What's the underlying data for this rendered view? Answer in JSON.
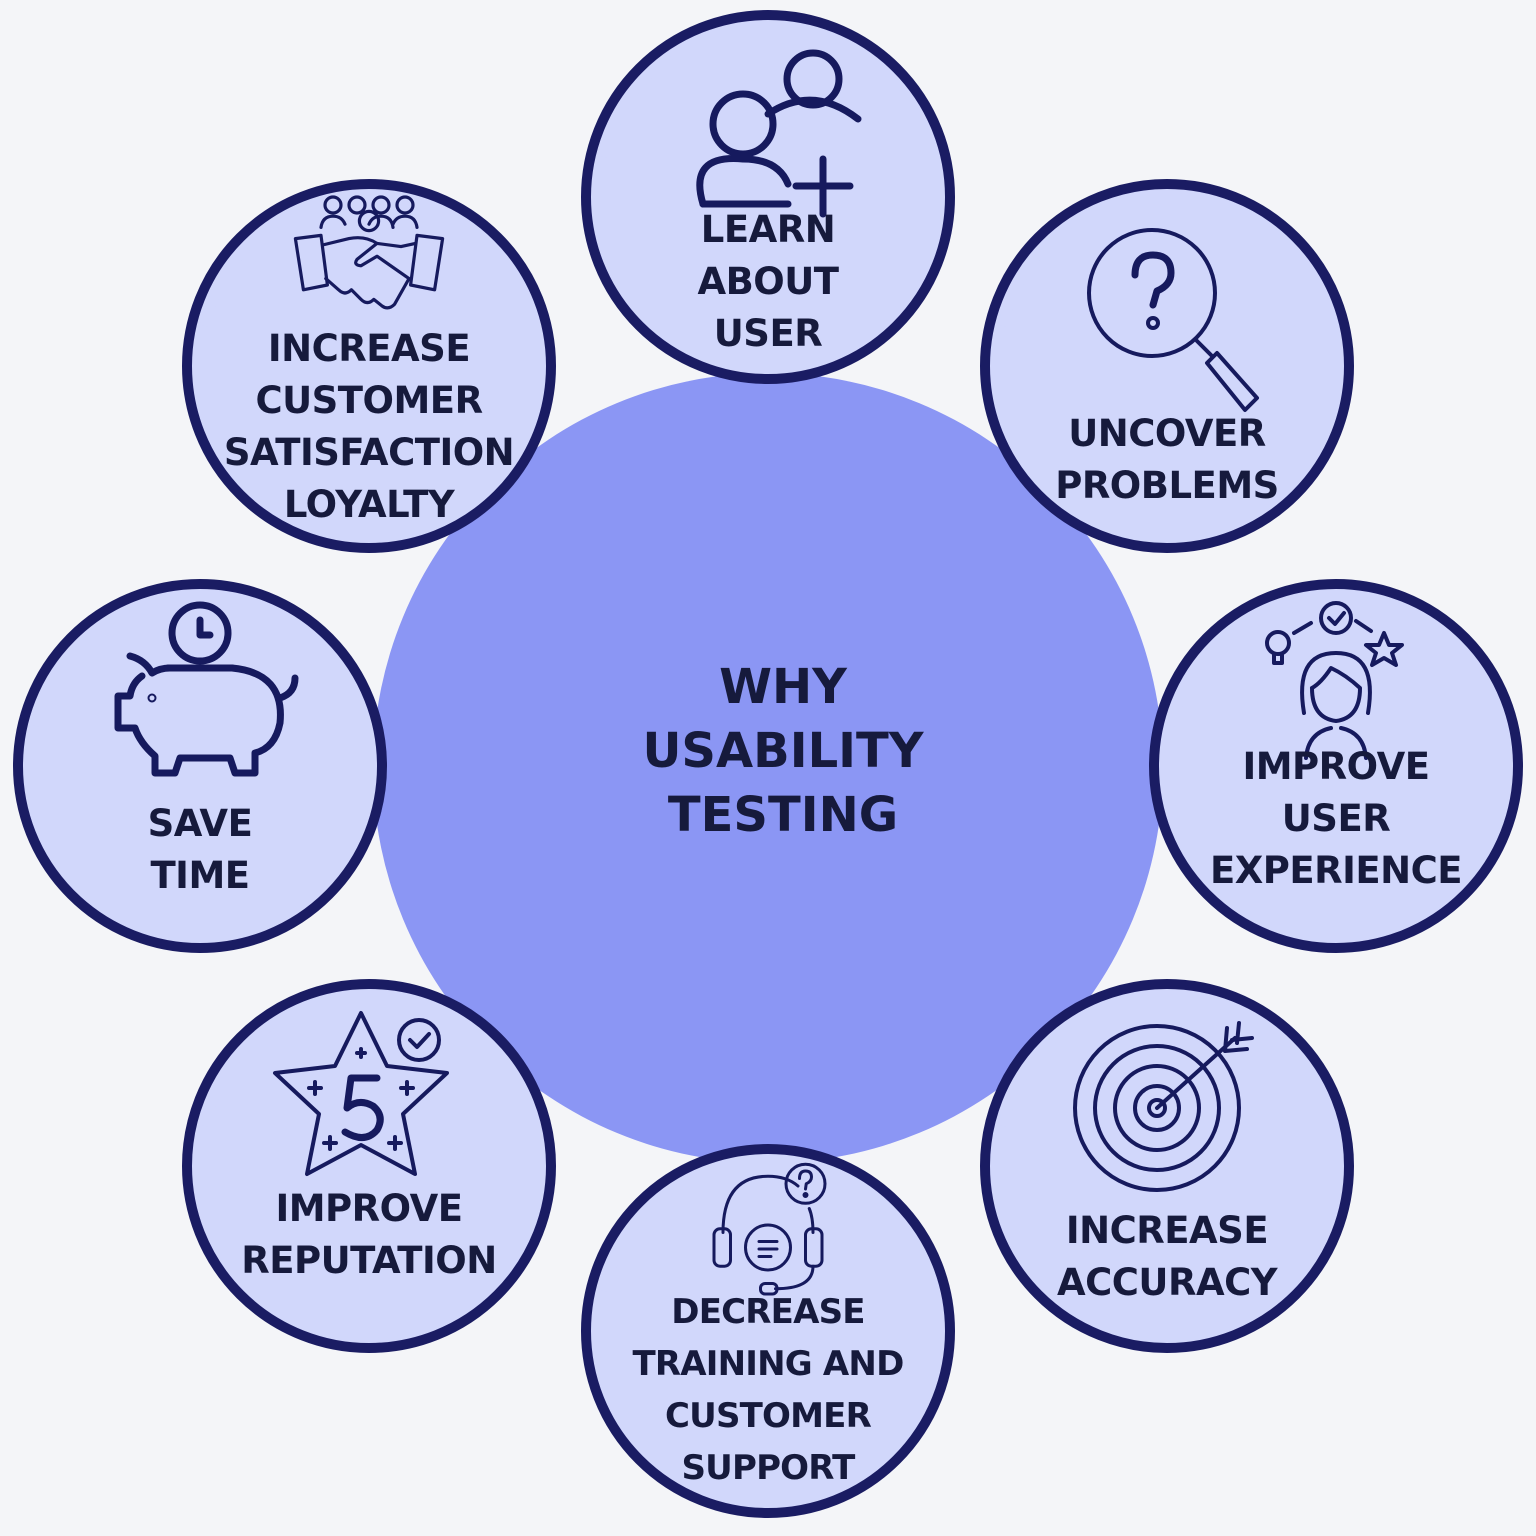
{
  "hub": {
    "title": "WHY\nUSABILITY\nTESTING"
  },
  "colors": {
    "hub_fill": "#8b96f4",
    "node_fill": "#d1d7fb",
    "node_ring": "#1a1c63",
    "text": "#161a3c"
  },
  "nodes": [
    {
      "label": "LEARN\nABOUT\nUSER",
      "icon": "users-add-icon"
    },
    {
      "label": "UNCOVER\nPROBLEMS",
      "icon": "magnifier-question-icon"
    },
    {
      "label": "IMPROVE\nUSER\nEXPERIENCE",
      "icon": "user-idea-icon"
    },
    {
      "label": "INCREASE\nACCURACY",
      "icon": "target-arrow-icon"
    },
    {
      "label": "DECREASE\nTRAINING AND\nCUSTOMER\nSUPPORT",
      "icon": "headset-support-icon"
    },
    {
      "label": "IMPROVE\nREPUTATION",
      "icon": "star-rating-icon"
    },
    {
      "label": "SAVE\nTIME",
      "icon": "piggy-bank-clock-icon"
    },
    {
      "label": "INCREASE\nCUSTOMER\nSATISFACTION\nLOYALTY",
      "icon": "handshake-icon"
    }
  ]
}
